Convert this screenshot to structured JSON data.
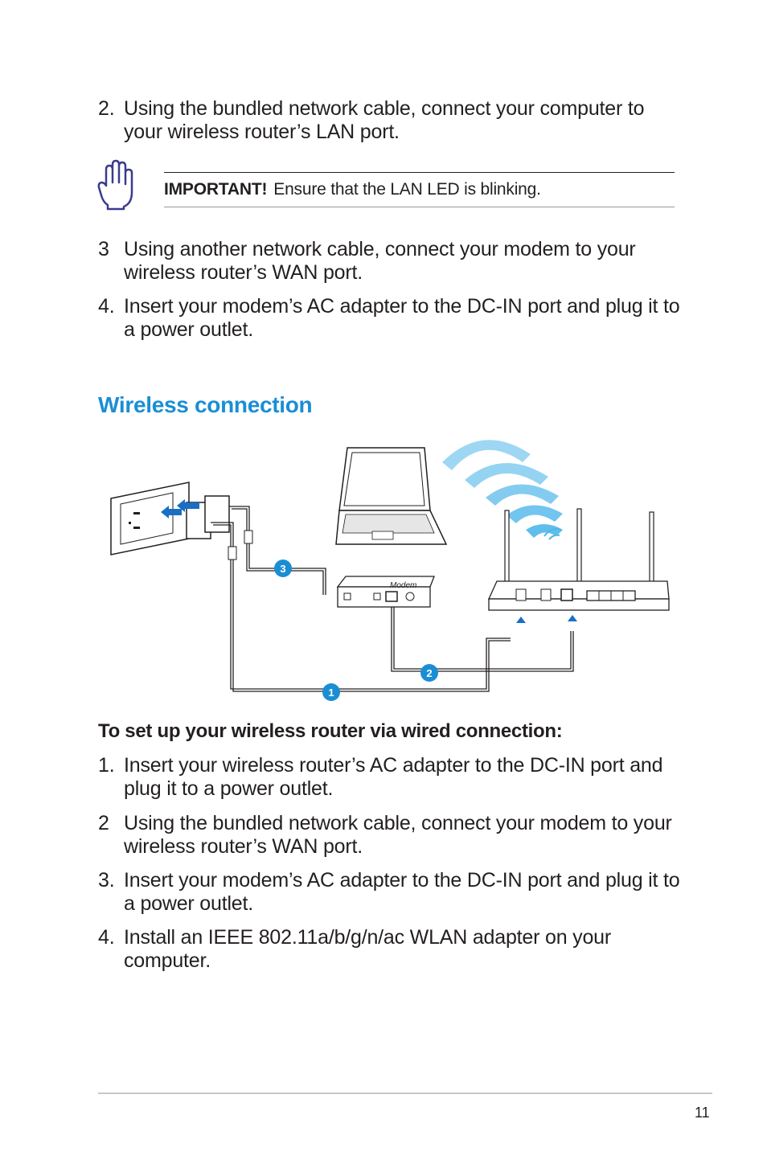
{
  "steps_top": [
    {
      "num": "2.",
      "text": "Using the bundled network cable, connect your computer to your wireless router’s LAN port."
    },
    {
      "num": "3",
      "text": "Using another network cable, connect your modem to your wireless router’s WAN port."
    },
    {
      "num": "4.",
      "text": "Insert your modem’s AC adapter to the DC-IN port and plug it to a power outlet."
    }
  ],
  "note": {
    "label": "IMPORTANT!",
    "text": "Ensure that the LAN LED is blinking."
  },
  "section_title": "Wireless connection",
  "diagram": {
    "modem_label": "Modem",
    "badges": [
      "1",
      "2",
      "3"
    ]
  },
  "subtitle": "To set up your wireless router via wired connection:",
  "steps_bottom": [
    {
      "num": "1.",
      "text": "Insert your wireless router’s AC adapter to the DC-IN port and plug it to a power outlet."
    },
    {
      "num": "2",
      "text": "Using the bundled network cable, connect your modem to your wireless router’s WAN port."
    },
    {
      "num": "3.",
      "text": "Insert your modem’s AC adapter to the DC-IN port and plug it to a power outlet."
    },
    {
      "num": "4.",
      "text": "Install an IEEE 802.11a/b/g/n/ac WLAN adapter on your computer."
    }
  ],
  "page_number": "11",
  "colors": {
    "accent": "#1a8ed5",
    "icon": "#3b3b8f",
    "badge": "#1a8ed5"
  }
}
